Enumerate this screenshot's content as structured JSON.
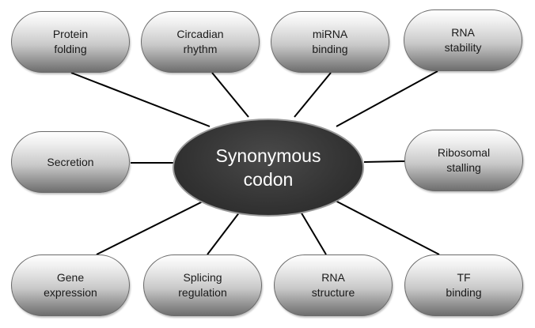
{
  "diagram": {
    "center": {
      "label": "Synonymous\ncodon"
    },
    "nodes": [
      {
        "id": "protein-folding",
        "label": "Protein\nfolding"
      },
      {
        "id": "circadian-rhythm",
        "label": "Circadian\nrhythm"
      },
      {
        "id": "mirna-binding",
        "label": "miRNA\nbinding"
      },
      {
        "id": "rna-stability",
        "label": "RNA\nstability"
      },
      {
        "id": "secretion",
        "label": "Secretion"
      },
      {
        "id": "ribosomal-stalling",
        "label": "Ribosomal\nstalling"
      },
      {
        "id": "gene-expression",
        "label": "Gene\nexpression"
      },
      {
        "id": "splicing-regulation",
        "label": "Splicing\nregulation"
      },
      {
        "id": "rna-structure",
        "label": "RNA\nstructure"
      },
      {
        "id": "tf-binding",
        "label": "TF\nbinding"
      }
    ],
    "colors": {
      "center_fill": "#333333",
      "center_text": "#ffffff",
      "connector": "#000000",
      "node_text": "#1a1a1a"
    }
  }
}
